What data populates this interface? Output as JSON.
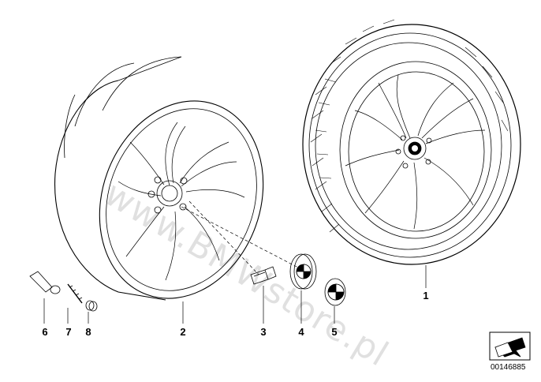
{
  "watermark": "www.BMWstore.pl",
  "doc_number": "00146885",
  "parts": [
    {
      "number": "1",
      "item": "complete wheel with tire"
    },
    {
      "number": "2",
      "item": "light alloy rim"
    },
    {
      "number": "3",
      "item": "wheel bolt"
    },
    {
      "number": "4",
      "item": "hub cap"
    },
    {
      "number": "5",
      "item": "emblem"
    },
    {
      "number": "6",
      "item": "valve"
    },
    {
      "number": "7",
      "item": "valve insert"
    },
    {
      "number": "8",
      "item": "valve cap"
    }
  ],
  "colors": {
    "line": "#000000",
    "background": "#ffffff",
    "watermark": "#bbbbbb"
  },
  "icons": [
    "arrow-icon",
    "bmw-logo-icon"
  ]
}
